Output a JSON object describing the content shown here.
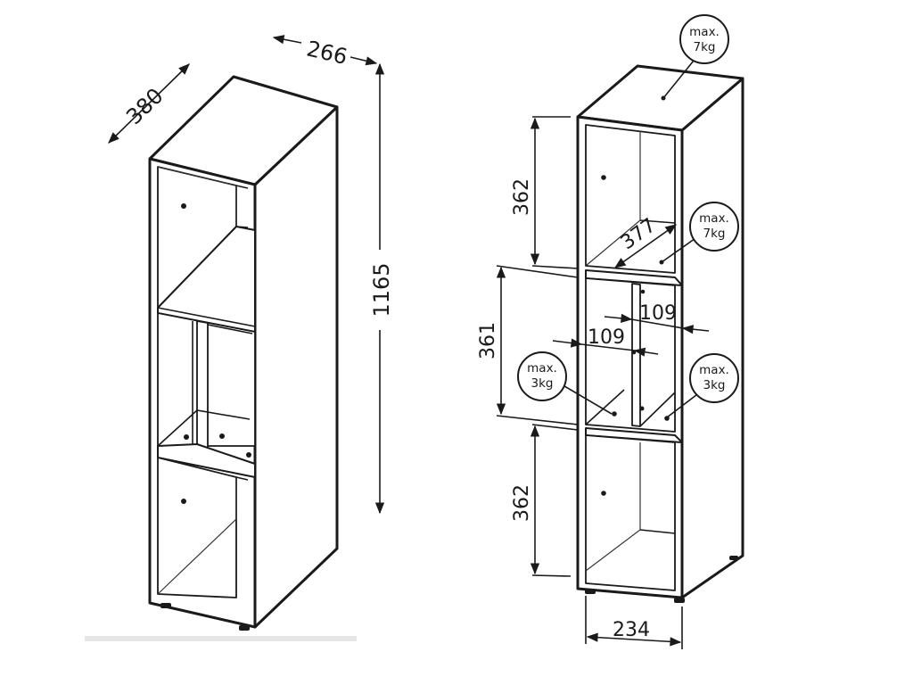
{
  "dimensions": {
    "depth": "380",
    "width_top": "266",
    "height": "1165",
    "top_compartment": "362",
    "middle_compartment": "361",
    "bottom_compartment": "362",
    "shelf_depth": "377",
    "middle_offset_upper": "109",
    "middle_offset_lower": "109",
    "width_front": "234"
  },
  "load_labels": {
    "top": {
      "line1": "max.",
      "line2": "7kg"
    },
    "upper_shelf": {
      "line1": "max.",
      "line2": "7kg"
    },
    "middle_left": {
      "line1": "max.",
      "line2": "3kg"
    },
    "middle_right": {
      "line1": "max.",
      "line2": "3kg"
    }
  },
  "colors": {
    "line": "#1a1a1a",
    "background": "#ffffff"
  }
}
